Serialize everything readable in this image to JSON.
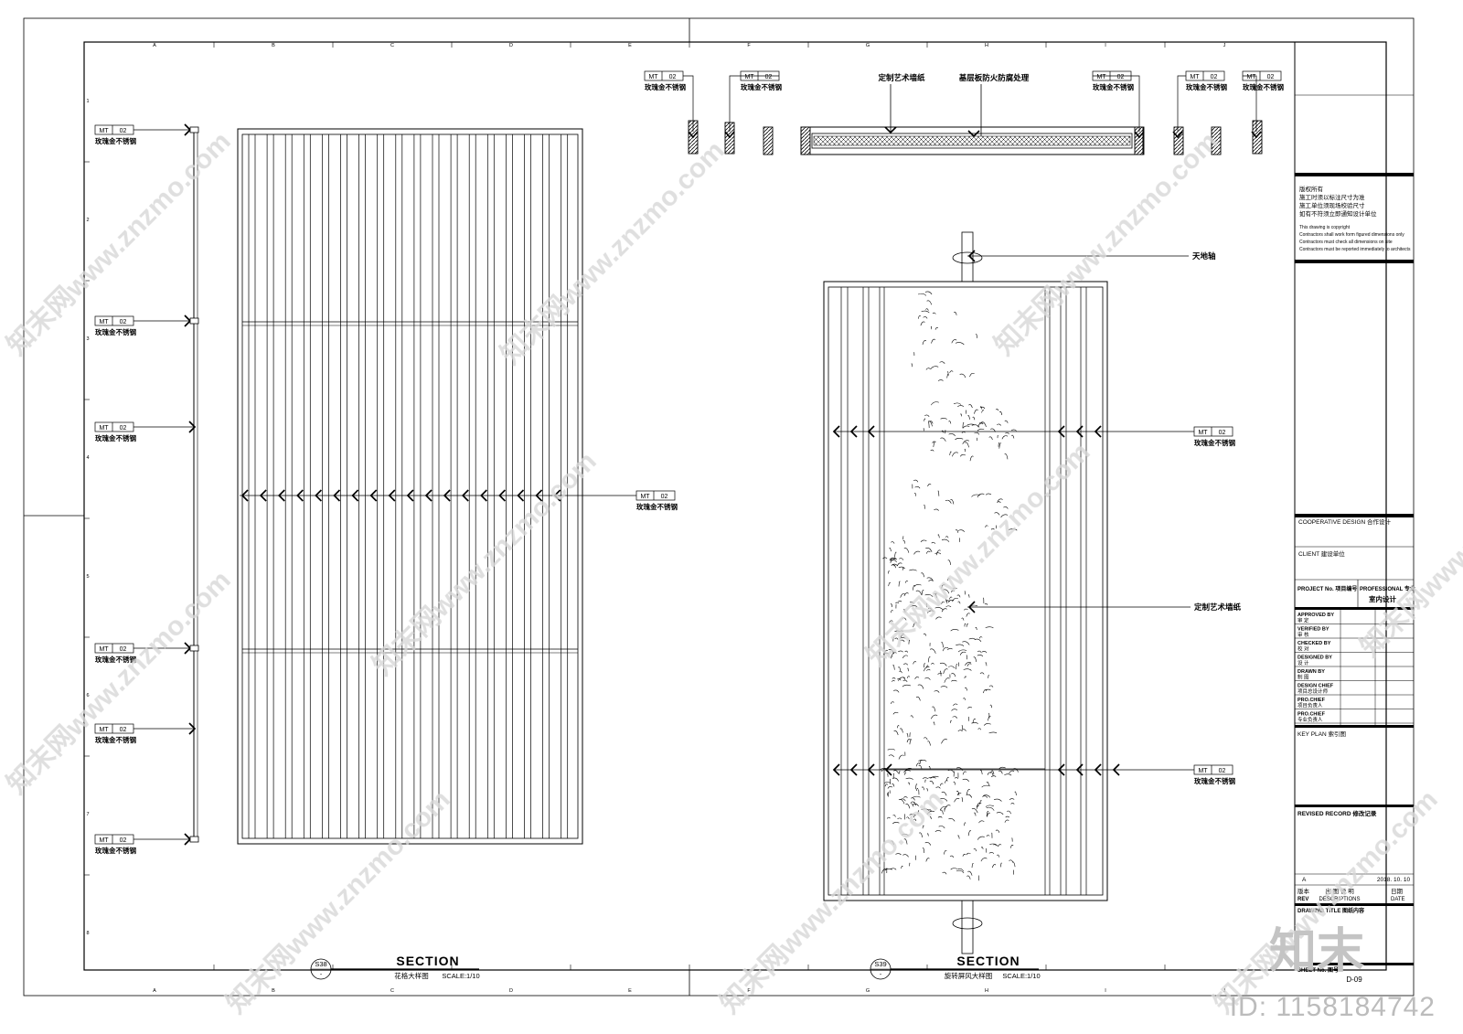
{
  "grid": {
    "top_letters": [
      "A",
      "B",
      "C",
      "D",
      "E",
      "F",
      "G",
      "H",
      "I",
      "J"
    ],
    "side_numbers": [
      "1",
      "2",
      "3",
      "4",
      "5",
      "6",
      "7",
      "8"
    ]
  },
  "material": {
    "code": "MT",
    "num": "02",
    "name": "玫瑰金不锈钢"
  },
  "plan_view": {
    "label_wallpaper": "定制艺术墙纸",
    "label_board": "基层板防火防腐处理"
  },
  "screen_section": {
    "label_axis": "天地轴",
    "label_wallpaper": "定制艺术墙纸"
  },
  "section_left": {
    "ref": "S38",
    "ref_sub": "-",
    "title": "SECTION",
    "subtitle": "花格大样图",
    "scale": "SCALE:1/10"
  },
  "section_right": {
    "ref": "S39",
    "ref_sub": "-",
    "title": "SECTION",
    "subtitle": "旋转屏风大样图",
    "scale": "SCALE:1/10"
  },
  "title_block": {
    "copyright_cn": [
      "版权所有",
      "施工时须以标注尺寸为准",
      "施工单位须现场校验尺寸",
      "如有不符须立即通知设计单位"
    ],
    "copyright_en": [
      "This drawing is copyright",
      "Contractors shall work form figured dimensions only",
      "Contractors must check all dimensions on site",
      "Contractors must be reported immediately to architects"
    ],
    "cooperative": "COOPERATIVE DESIGN 合作设计",
    "client": "CLIENT 建设单位",
    "project_no": "PROJECT No. 项目编号",
    "professional": "PROFESSIONAL 专业",
    "professional_value": "室内设计",
    "roles": [
      {
        "en": "APPROVED BY",
        "cn": "审  定"
      },
      {
        "en": "VERIFIED BY",
        "cn": "审  核"
      },
      {
        "en": "CHECKED BY",
        "cn": "校  对"
      },
      {
        "en": "DESIGNED BY",
        "cn": "设  计"
      },
      {
        "en": "DRAWN BY",
        "cn": "制  图"
      },
      {
        "en": "DESIGN CHIEF",
        "cn": "项目总设计师"
      },
      {
        "en": "PRO.CHIEF",
        "cn": "项目负责人"
      },
      {
        "en": "PRO.CHIEF",
        "cn": "专业负责人"
      }
    ],
    "key_plan": "KEY PLAN 索引图",
    "revised": "REVISED RECORD 修改记录",
    "rev_letter": "A",
    "rev_date": "2018. 10. 10",
    "rev_headers": [
      "版本",
      "出 图 说 明",
      "日期"
    ],
    "rev_headers_en": [
      "REV",
      "DESCRIPTIONS",
      "DATE"
    ],
    "drawing_title": "DRAWING TITLE 图纸内容",
    "sheet_no": "SHEET No. 图号",
    "sheet_value": "D-09"
  },
  "watermark": {
    "text": "知末网www.znzmo.com",
    "logo": "知末",
    "id": "ID: 1158184742"
  }
}
